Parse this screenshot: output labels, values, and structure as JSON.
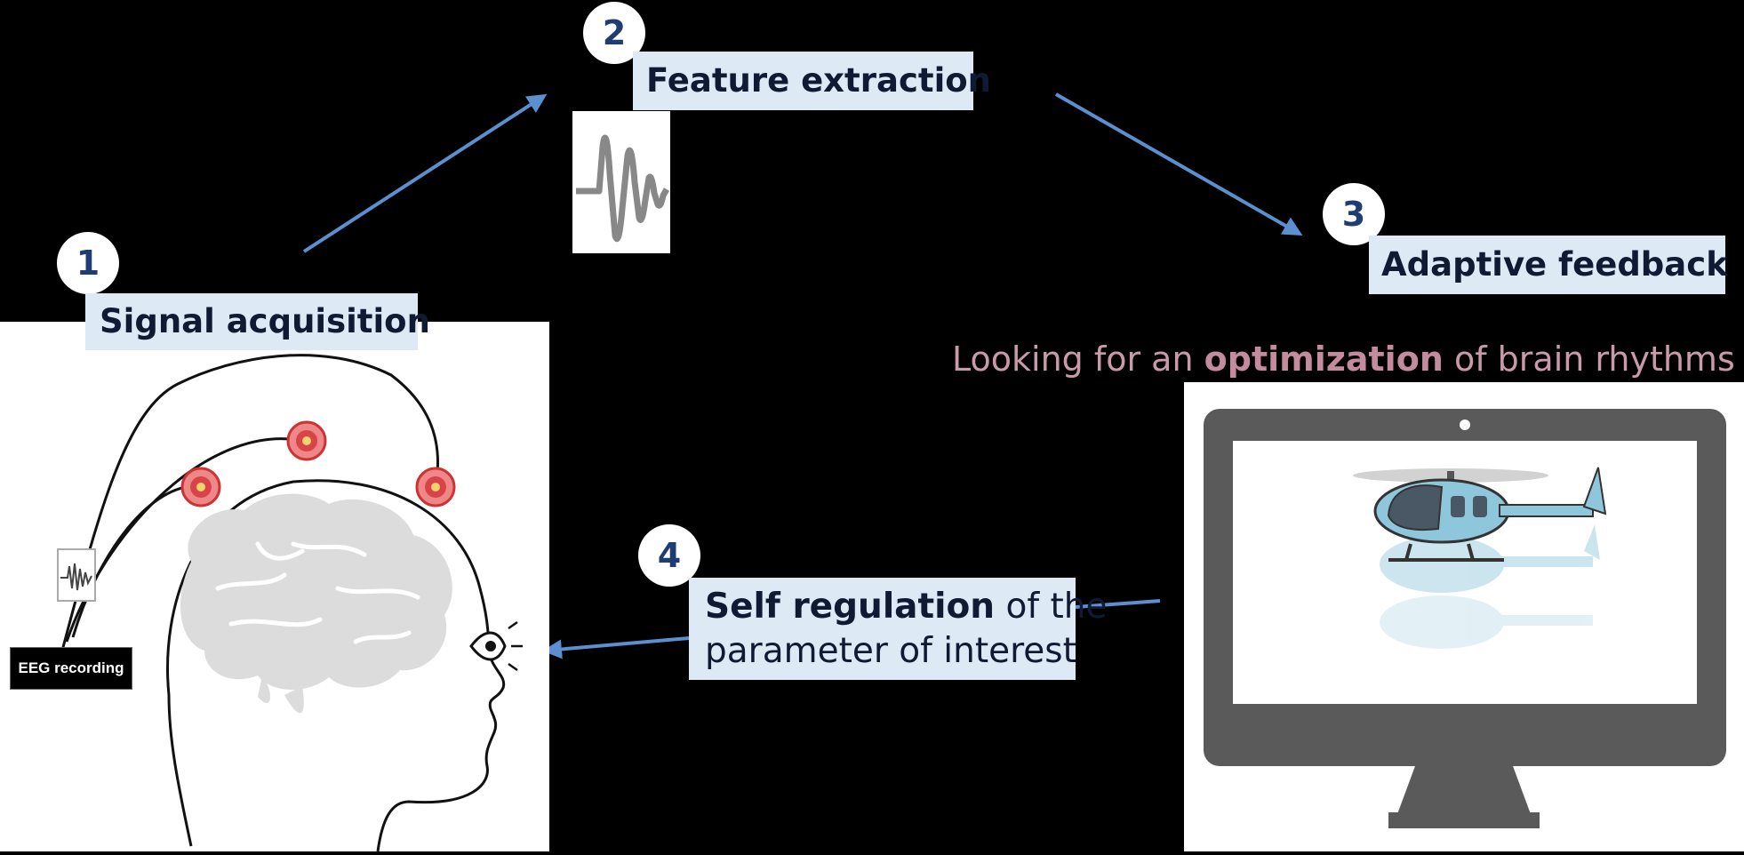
{
  "steps": [
    {
      "number": "1",
      "label": "Signal acquisition"
    },
    {
      "number": "2",
      "label": "Feature extraction"
    },
    {
      "number": "3",
      "label": "Adaptive feedback"
    },
    {
      "number": "4",
      "label_bold": "Self regulation",
      "label_rest": " of the",
      "label_line2": "parameter of interest"
    }
  ],
  "tagline": {
    "before": "Looking for an ",
    "bold": "optimization",
    "after": " of brain rhythms"
  },
  "eeg_label": "EEG recording",
  "colors": {
    "background": "#000000",
    "label_box": "#dde9f5",
    "arrow": "#5b8fd0",
    "number": "#1f3d73",
    "tagline": "#c99aab",
    "electrode": "#d9434a",
    "monitor": "#5a5a5a",
    "helicopter": "#8ec6dc"
  },
  "icons": [
    "brain-icon",
    "head-silhouette-icon",
    "electrode-icon",
    "eye-icon",
    "waveform-icon",
    "monitor-icon",
    "helicopter-icon"
  ]
}
